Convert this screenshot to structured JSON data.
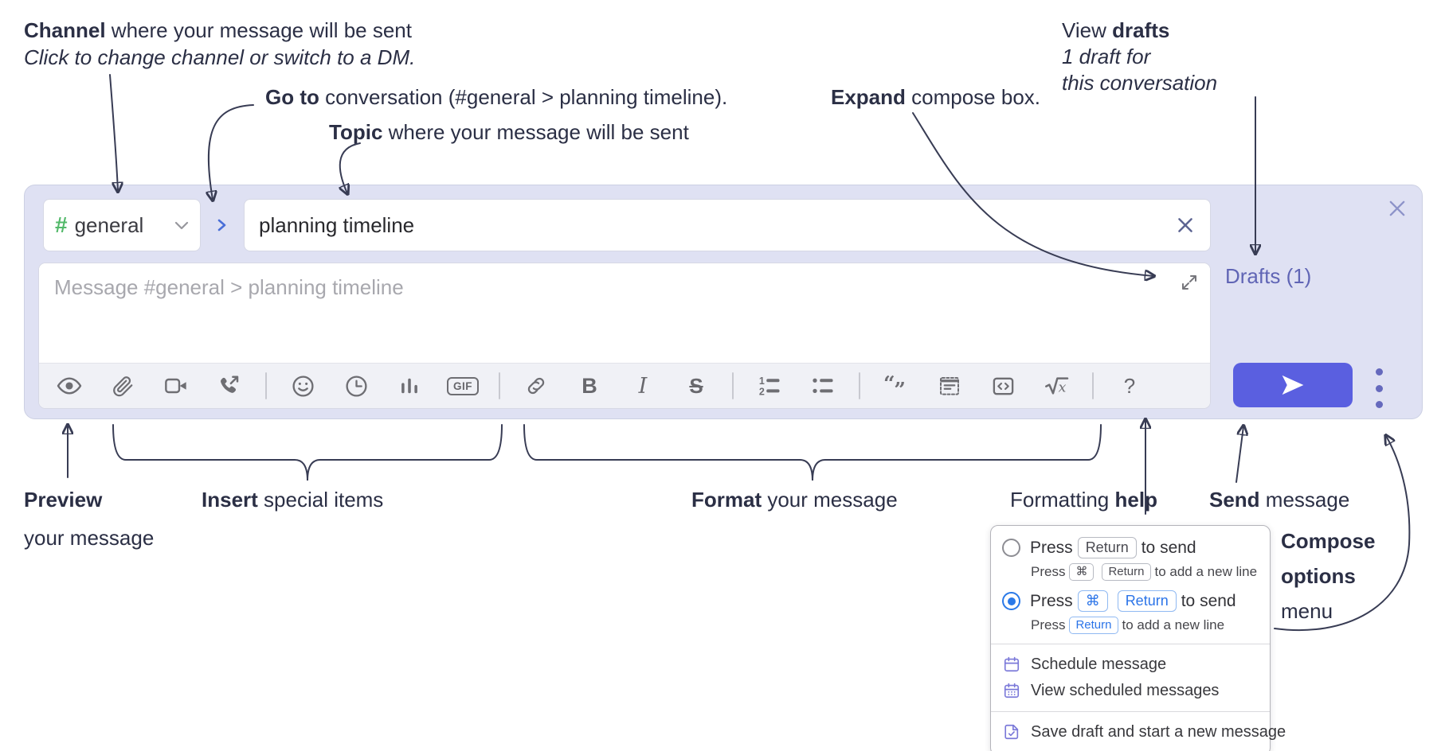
{
  "annotations": {
    "channel": {
      "bold": "Channel",
      "rest": " where your message will be sent",
      "sub": "Click to change channel or switch to a DM."
    },
    "goto": {
      "bold": "Go to",
      "rest": " conversation (#general > planning timeline)."
    },
    "topic": {
      "bold": "Topic",
      "rest": " where your message will be sent"
    },
    "expand": {
      "bold": "Expand",
      "rest": " compose box."
    },
    "drafts": {
      "pre": "View ",
      "bold": "drafts",
      "line2": "1 draft for",
      "line3": "this conversation"
    },
    "preview": {
      "bold": "Preview",
      "line2": "your message"
    },
    "insert": {
      "bold": "Insert",
      "rest": " special items"
    },
    "format": {
      "bold": "Format",
      "rest": " your message"
    },
    "help": {
      "pre": "Formatting ",
      "bold": "help"
    },
    "send": {
      "bold": "Send",
      "rest": " message"
    },
    "compose_options": {
      "line1": "Compose",
      "line2": "options",
      "line3": "menu"
    }
  },
  "compose": {
    "channel_hash": "#",
    "channel_name": "general",
    "topic_value": "planning timeline",
    "message_placeholder": "Message #general > planning timeline",
    "drafts_label": "Drafts (1)",
    "toolbar": {
      "bold": "B",
      "italic": "I",
      "strike": "S",
      "gif": "GIF",
      "help": "?"
    }
  },
  "options_menu": {
    "press": "Press",
    "return_key": "Return",
    "cmd_key": "⌘",
    "to_send": "to send",
    "to_add_new_line": "to add a new line",
    "schedule": "Schedule message",
    "view_scheduled": "View scheduled messages",
    "save_draft": "Save draft and start a new message"
  },
  "colors": {
    "accent_send": "#5a5fe0",
    "compose_bg": "#dfe1f3",
    "drafts_link": "#6065b5",
    "radio_blue": "#2a79e8",
    "menu_icon_purple": "#7b79d9",
    "hash_green": "#53b96a",
    "annotation_ink": "#2b2f45"
  }
}
